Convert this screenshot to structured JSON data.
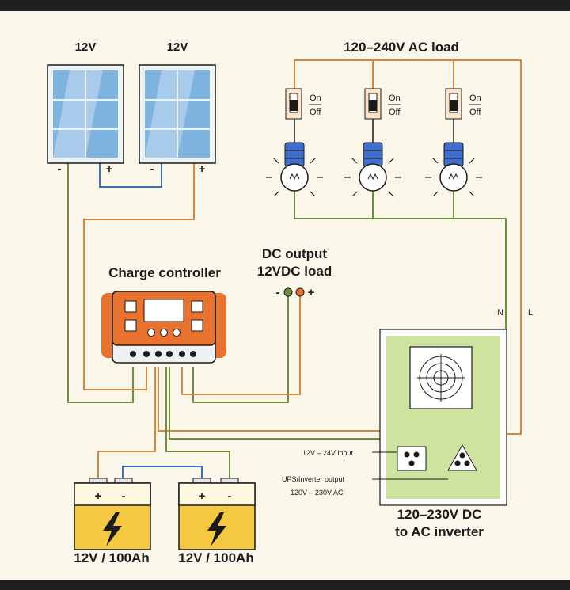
{
  "panels": [
    {
      "label": "12V",
      "minus": "-",
      "plus": "+"
    },
    {
      "label": "12V",
      "minus": "-",
      "plus": "+"
    }
  ],
  "ac_load": {
    "title": "120–240V AC load",
    "switch_on": "On",
    "switch_off": "Off"
  },
  "controller": {
    "title": "Charge controller"
  },
  "dc_output": {
    "title_line1": "DC output",
    "title_line2": "12VDC load",
    "minus": "-",
    "plus": "+"
  },
  "wires": {
    "n": "N",
    "l": "L"
  },
  "inverter": {
    "input_label": "12V – 24V input",
    "output_label_line1": "UPS/Inverter output",
    "output_label_line2": "120V – 230V AC",
    "title_line1": "120–230V DC",
    "title_line2": "to AC inverter"
  },
  "batteries": [
    {
      "label": "12V / 100Ah",
      "plus": "+",
      "minus": "-"
    },
    {
      "label": "12V / 100Ah",
      "plus": "+",
      "minus": "-"
    }
  ],
  "colors": {
    "green_wire": "#6f8f3b",
    "orange_wire": "#d7863a",
    "blue_wire": "#3b6fc2",
    "battery": "#f5c842",
    "controller": "#e9722e",
    "inverter": "#cfe3a0",
    "panel": "#7fb3e0"
  }
}
